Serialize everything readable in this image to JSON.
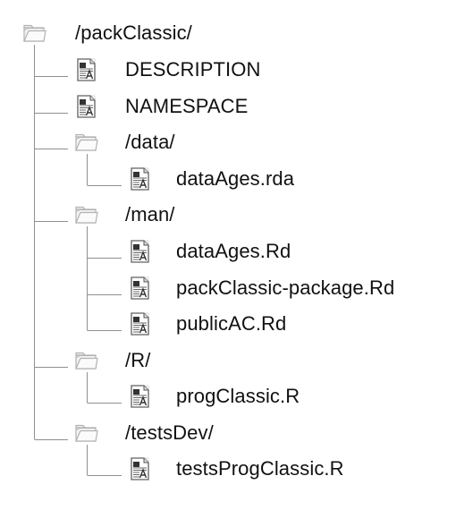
{
  "tree": {
    "root": {
      "name": "/packClassic/",
      "icon": "folder-icon",
      "children": [
        {
          "name": "DESCRIPTION",
          "icon": "document-icon"
        },
        {
          "name": "NAMESPACE",
          "icon": "document-icon"
        },
        {
          "name": "/data/",
          "icon": "folder-icon",
          "children": [
            {
              "name": "dataAges.rda",
              "icon": "document-icon"
            }
          ]
        },
        {
          "name": "/man/",
          "icon": "folder-icon",
          "children": [
            {
              "name": "dataAges.Rd",
              "icon": "document-icon"
            },
            {
              "name": "packClassic-package.Rd",
              "icon": "document-icon"
            },
            {
              "name": "publicAC.Rd",
              "icon": "document-icon"
            }
          ]
        },
        {
          "name": "/R/",
          "icon": "folder-icon",
          "children": [
            {
              "name": "progClassic.R",
              "icon": "document-icon"
            }
          ]
        },
        {
          "name": "/testsDev/",
          "icon": "folder-icon",
          "children": [
            {
              "name": "testsProgClassic.R",
              "icon": "document-icon"
            }
          ]
        }
      ]
    }
  },
  "colors": {
    "folder_fill": "#f3f3f3",
    "folder_stroke": "#b2b2b2",
    "document_paper": "#ffffff",
    "document_stroke": "#555555",
    "document_dark": "#333333",
    "connector": "#909090"
  }
}
